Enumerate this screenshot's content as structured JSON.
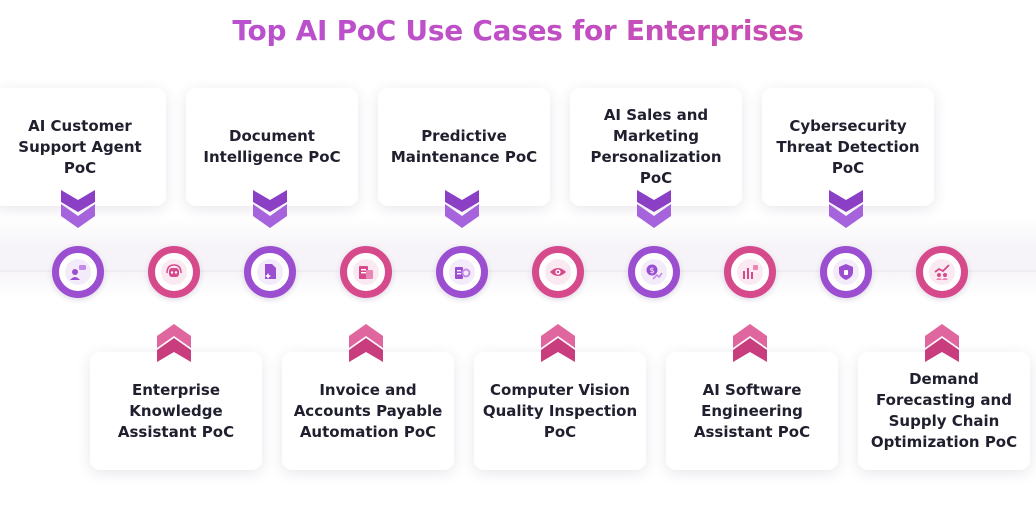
{
  "title": "Top AI PoC Use Cases for Enterprises",
  "colors": {
    "purple": "#9b4fd0",
    "pink": "#d64a8c",
    "title_start": "#b452d6",
    "title_end": "#d44a9a"
  },
  "top_cards": [
    {
      "label": "AI Customer\nSupport Agent\nPoC",
      "icon": "support-agent-chat-icon"
    },
    {
      "label": "Document\nIntelligence PoC",
      "icon": "document-sparkle-icon"
    },
    {
      "label": "Predictive\nMaintenance PoC",
      "icon": "machine-gear-icon"
    },
    {
      "label": "AI Sales and\nMarketing\nPersonalization\nPoC",
      "icon": "dollar-growth-icon"
    },
    {
      "label": "Cybersecurity\nThreat Detection\nPoC",
      "icon": "shield-circuit-icon"
    }
  ],
  "bottom_cards": [
    {
      "label": "Enterprise\nKnowledge\nAssistant PoC",
      "icon": "robot-headset-icon"
    },
    {
      "label": "Invoice and\nAccounts Payable\nAutomation PoC",
      "icon": "invoice-calculator-icon"
    },
    {
      "label": "Computer Vision\nQuality Inspection\nPoC",
      "icon": "eye-scan-icon"
    },
    {
      "label": "AI Software\nEngineering\nAssistant PoC",
      "icon": "code-bars-icon"
    },
    {
      "label": "Demand\nForecasting and\nSupply Chain\nOptimization PoC",
      "icon": "people-chart-icon"
    }
  ]
}
